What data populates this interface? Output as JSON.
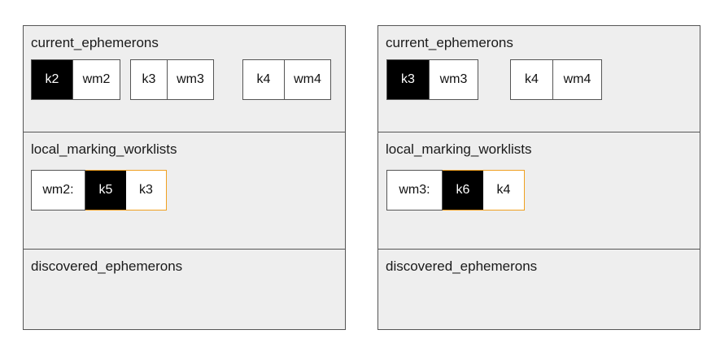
{
  "panels": [
    {
      "current_title": "current_ephemerons",
      "pairs": [
        {
          "key": "k2",
          "value": "wm2",
          "key_marked": true
        },
        {
          "key": "k3",
          "value": "wm3",
          "key_marked": false
        },
        {
          "key": "k4",
          "value": "wm4",
          "key_marked": false
        }
      ],
      "local_title": "local_marking_worklists",
      "worklist": {
        "label": "wm2:",
        "items": [
          {
            "text": "k5",
            "marked": true
          },
          {
            "text": "k3",
            "marked": false
          }
        ]
      },
      "discovered_title": "discovered_ephemerons"
    },
    {
      "current_title": "current_ephemerons",
      "pairs": [
        {
          "key": "k3",
          "value": "wm3",
          "key_marked": true
        },
        {
          "key": "k4",
          "value": "wm4",
          "key_marked": false
        }
      ],
      "local_title": "local_marking_worklists",
      "worklist": {
        "label": "wm3:",
        "items": [
          {
            "text": "k6",
            "marked": true
          },
          {
            "text": "k4",
            "marked": false
          }
        ]
      },
      "discovered_title": "discovered_ephemerons"
    }
  ],
  "colors": {
    "marked": "#000000",
    "worklist_border": "#f0a020",
    "section_bg": "#eeeeee"
  }
}
